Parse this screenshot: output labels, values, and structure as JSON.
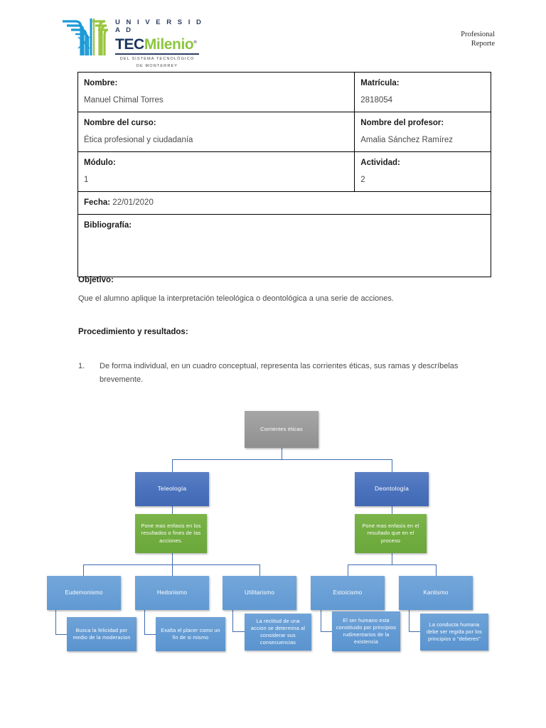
{
  "header": {
    "logo": {
      "universidad": "U N I V E R S I D A D",
      "tec": "TEC",
      "milenio": "Milenio",
      "registered": "®",
      "sub_line1": "DEL SISTEMA TECNOLÓGICO",
      "sub_line2": "DE MONTERREY"
    },
    "doc_kind_line1": "Profesional",
    "doc_kind_line2": "Reporte"
  },
  "info_table": {
    "nombre_label": "Nombre",
    "nombre_value": "Manuel Chimal Torres",
    "matricula_label": "Matrícula",
    "matricula_value": "2818054",
    "curso_label": "Nombre del curso:",
    "curso_value": "Ética profesional y ciudadanía",
    "profesor_label": "Nombre del profesor",
    "profesor_value": "Amalia Sánchez Ramírez",
    "modulo_label": "Módulo",
    "modulo_value": "1",
    "actividad_label": "Actividad",
    "actividad_value": "2",
    "fecha_label": "Fecha",
    "fecha_value": "22/01/2020",
    "bibliografia_label": "Bibliografía",
    "bibliografia_value": "",
    "colon": ":"
  },
  "objetivo": {
    "title": "Objetivo:",
    "text": "Que el alumno aplique la interpretación teleológica o deontológica a una serie de acciones."
  },
  "procedimiento": {
    "title": "Procedimiento y resultados:",
    "item_number": "1.",
    "item_text": "De forma individual, en un cuadro conceptual, representa las corrientes éticas, sus ramas y descríbelas brevemente."
  },
  "diagram": {
    "root": "Corrientes éticas",
    "branch_left": "Teleología",
    "branch_right": "Deontología",
    "desc_left": "Pone mas enfasis en los resultados o fines de las acciones.",
    "desc_right": "Pone mas enfasis en el resultado que en el proceso",
    "sub_nodes": [
      "Eudemonismo",
      "Hedonismo",
      "Utilitarismo",
      "Estoicismo",
      "Kantismo"
    ],
    "sub_descriptions": [
      "Busca la felicidad por medio de la moderacion",
      "Exalta el placer como un fin de si mismo",
      "La rectitud de una accion se determina al considerar sus consecuencias",
      "El ser humano esta constituido por principios rudimentarios de la existencia",
      "La conducta humana debe ser regida por los principios o \"deberes\""
    ],
    "colors": {
      "root": "#9a9a9a",
      "branch": "#4a72bd",
      "green": "#71ad40",
      "sub": "#6aa0d6",
      "desc": "#629ad3",
      "connector": "#3d6cb0"
    }
  }
}
